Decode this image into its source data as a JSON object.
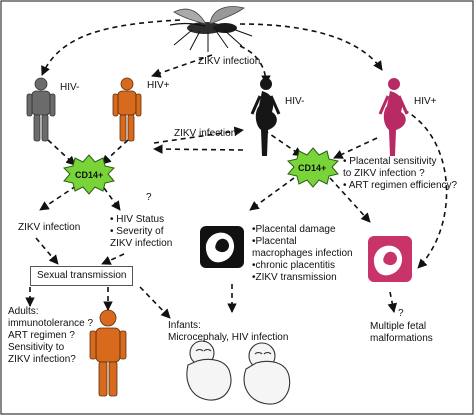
{
  "colors": {
    "border": "#3a3a3a",
    "arrow": "#111111",
    "human_gray": "#6b6b6b",
    "human_orange": "#d86a1d",
    "pregnant_black": "#161616",
    "pregnant_pink": "#b72a63",
    "cd14_burst": "#78d438",
    "uterus_pink": "#c8346a"
  },
  "labels": {
    "zikv_infection_top": "ZIKV infection",
    "hiv_neg_male": "HIV-",
    "hiv_pos_male": "HIV+",
    "hiv_neg_female": "HIV-",
    "hiv_pos_female": "HIV+",
    "zikv_infection_middle": "ZIKV infection",
    "cd14_left": "CD14+",
    "cd14_right": "CD14+",
    "question_left": "?",
    "zikv_infection_left": "ZIKV infection",
    "male_factors": "• HIV Status\n• Severity of\n  ZIKV infection",
    "sexual_transmission": "Sexual transmission",
    "adults": "Adults:\nimmunotolerance ?\nART regimen ?\nSensitivity to\nZIKV infection?",
    "infants": "Infants:\nMicrocephaly, HIV infection",
    "right_factors": "• Placental sensitivity\n  to ZIKV infection ?\n• ART regimen efficiency?",
    "placental_effects": "•Placental damage\n•Placental\n  macrophages infection\n•chronic placentitis\n•ZIKV transmission",
    "question_right": "?",
    "fetal_malformations": "Multiple fetal\nmalformations"
  }
}
